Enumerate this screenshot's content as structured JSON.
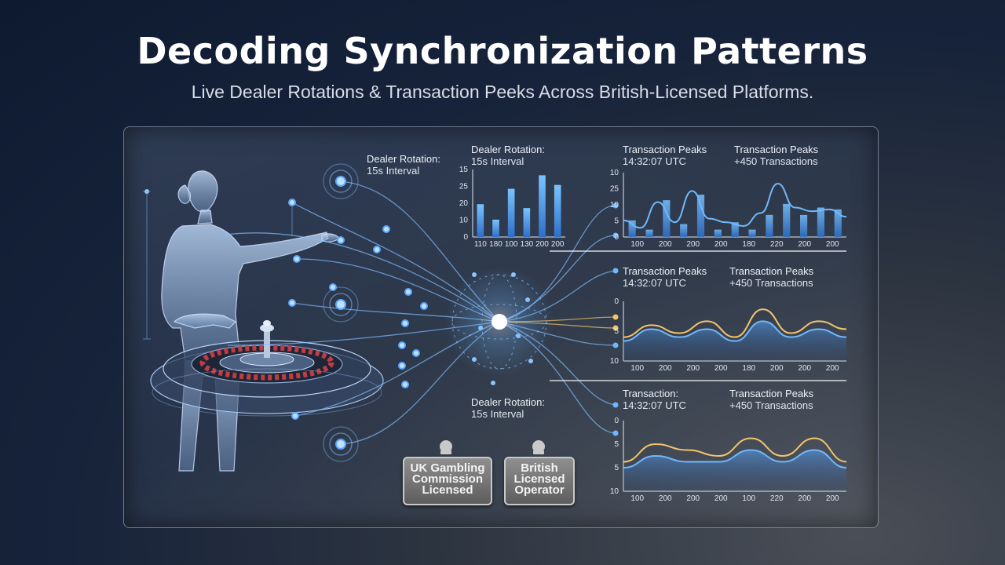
{
  "header": {
    "title": "Decoding Synchronization Patterns",
    "subtitle": "Live Dealer Rotations & Transaction Peeks Across British-Licensed Platforms."
  },
  "labels": {
    "dealer_rotation_left": {
      "line1": "Dealer Rotation:",
      "line2": "15s Interval"
    },
    "dealer_rotation_top": {
      "line1": "Dealer Rotation:",
      "line2": "15s Interval"
    },
    "dealer_rotation_bottom": {
      "line1": "Dealer Rotation:",
      "line2": "15s Interval"
    },
    "peaks_row1_a": {
      "line1": "Transaction Peaks",
      "line2": "14:32:07 UTC"
    },
    "peaks_row1_b": {
      "line1": "Transaction Peaks",
      "line2": "+450 Transactions"
    },
    "peaks_row2_a": {
      "line1": "Transaction Peaks",
      "line2": "14:32:07 UTC"
    },
    "peaks_row2_b": {
      "line1": "Transaction Peaks",
      "line2": "+450 Transactions"
    },
    "peaks_row3_a": {
      "line1": "Transaction:",
      "line2": "14:32:07 UTC"
    },
    "peaks_row3_b": {
      "line1": "Transaction Peaks",
      "line2": "+450 Transactions"
    }
  },
  "badges": {
    "ukgc": {
      "line1": "UK Gambling",
      "line2": "Commission",
      "line3": "Licensed"
    },
    "blo": {
      "line1": "British",
      "line2": "Licensed",
      "line3": "Operator"
    }
  },
  "colors": {
    "blue": "#6fb8ff",
    "gold": "#f2c46b",
    "accent": "#4aa3ff"
  },
  "icons": [
    "roulette-wheel-icon",
    "crest-icon"
  ],
  "chart_data": [
    {
      "type": "bar",
      "categories": [
        "110",
        "180",
        "100",
        "130",
        "200",
        "200"
      ],
      "values": [
        17,
        9,
        25,
        15,
        32,
        27
      ],
      "yticks": [
        "0",
        "10",
        "20",
        "25",
        "15"
      ],
      "ylim": [
        0,
        35
      ]
    },
    {
      "type": "bar",
      "categories": [
        "100",
        "200",
        "200",
        "200",
        "180",
        "220",
        "200",
        "200"
      ],
      "values": [
        9,
        4,
        20,
        7,
        23,
        4,
        8,
        4,
        12,
        18,
        12,
        16,
        15
      ],
      "line": [
        9,
        5,
        19,
        8,
        25,
        10,
        8,
        6,
        13,
        29,
        16,
        14,
        15,
        11
      ],
      "yticks": [
        "0",
        "5",
        "10",
        "25",
        "10"
      ],
      "ylim": [
        0,
        35
      ]
    },
    {
      "type": "area",
      "x": [
        "100",
        "200",
        "200",
        "200",
        "180",
        "200",
        "200",
        "200"
      ],
      "series": [
        {
          "values": [
            6,
            9,
            7,
            10,
            6,
            13,
            7,
            10,
            8
          ]
        },
        {
          "values": [
            5,
            8,
            6,
            8,
            5,
            10,
            6,
            8,
            6
          ]
        }
      ],
      "yticks": [
        "10",
        "5",
        "0"
      ],
      "ylim": [
        0,
        15
      ]
    },
    {
      "type": "area",
      "x": [
        "100",
        "200",
        "200",
        "200",
        "100",
        "220",
        "200",
        "200"
      ],
      "series": [
        {
          "values": [
            5,
            8,
            7,
            6,
            9,
            6,
            9,
            5
          ]
        },
        {
          "values": [
            4,
            6,
            5,
            5,
            7,
            5,
            7,
            4
          ]
        }
      ],
      "yticks": [
        "10",
        "5",
        "5",
        "0"
      ],
      "ylim": [
        0,
        12
      ]
    }
  ]
}
